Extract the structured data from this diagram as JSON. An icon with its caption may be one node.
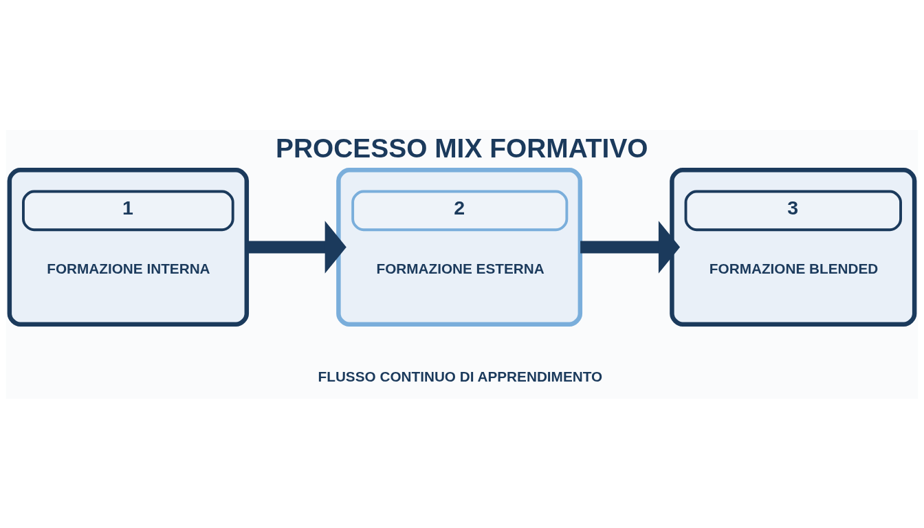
{
  "diagram": {
    "title": "PROCESSO MIX FORMATIVO",
    "caption": "FLUSSO CONTINUO DI APPRENDIMENTO",
    "nodes": [
      {
        "text": [
          "1",
          "FORMAZIONE INTERNA"
        ]
      },
      {
        "text": [
          "2",
          "FORMAZIONE ESTERNA"
        ]
      },
      {
        "text": [
          "3",
          "FORMAZIONE BLENDED"
        ]
      }
    ],
    "edges": [
      {
        "from": 0,
        "to": 1,
        "arrow": "to"
      },
      {
        "from": 1,
        "to": 2,
        "arrow": "to"
      }
    ]
  }
}
